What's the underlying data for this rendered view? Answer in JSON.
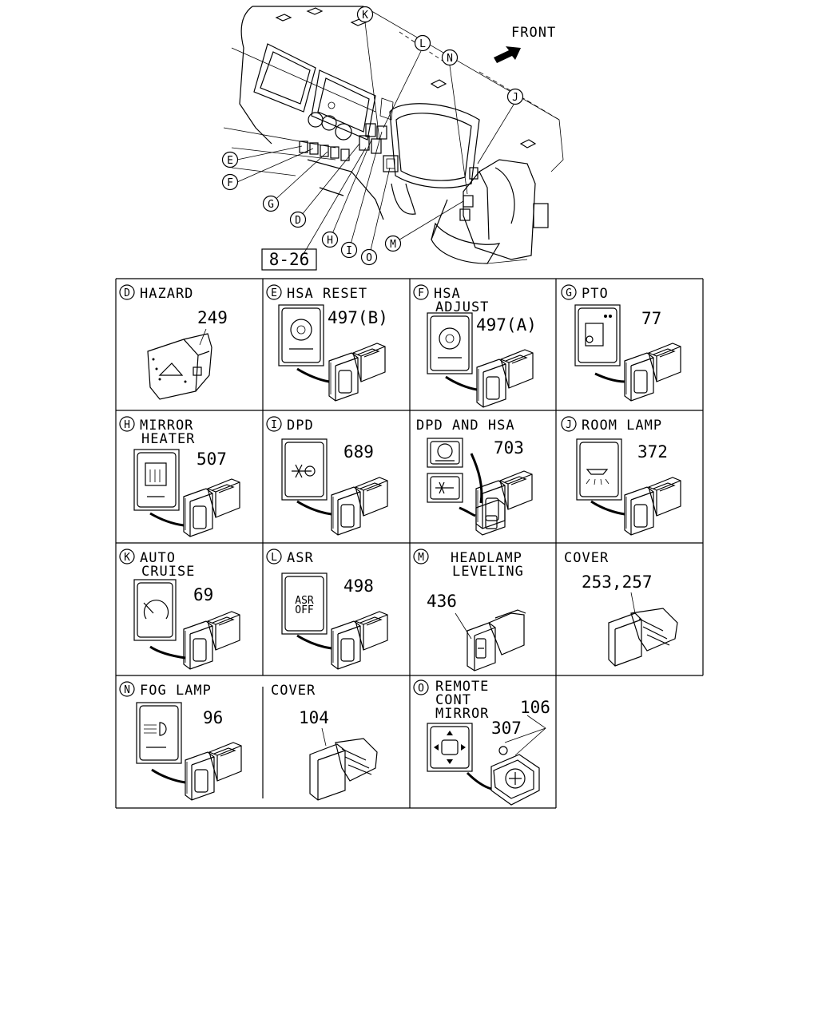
{
  "overview": {
    "front_label": "FRONT",
    "ref_box": "8-26",
    "callouts": [
      "K",
      "L",
      "N",
      "J",
      "E",
      "F",
      "G",
      "D",
      "H",
      "I",
      "O",
      "M"
    ]
  },
  "cells": [
    {
      "id": "D",
      "title": [
        "HAZARD"
      ],
      "parts": [
        "249"
      ]
    },
    {
      "id": "E",
      "title": [
        "HSA RESET"
      ],
      "parts": [
        "497(B)"
      ]
    },
    {
      "id": "F",
      "title": [
        "HSA",
        "ADJUST"
      ],
      "parts": [
        "497(A)"
      ]
    },
    {
      "id": "G",
      "title": [
        "PTO"
      ],
      "parts": [
        "77"
      ]
    },
    {
      "id": "H",
      "title": [
        "MIRROR",
        "HEATER"
      ],
      "parts": [
        "507"
      ]
    },
    {
      "id": "I",
      "title": [
        "DPD"
      ],
      "parts": [
        "689"
      ]
    },
    {
      "id": "",
      "title": [
        "DPD AND HSA"
      ],
      "parts": [
        "703"
      ]
    },
    {
      "id": "J",
      "title": [
        "ROOM LAMP"
      ],
      "parts": [
        "372"
      ]
    },
    {
      "id": "K",
      "title": [
        "AUTO",
        "CRUISE"
      ],
      "parts": [
        "69"
      ]
    },
    {
      "id": "L",
      "title": [
        "ASR"
      ],
      "parts": [
        "498"
      ],
      "icon_text": [
        "ASR",
        "OFF"
      ]
    },
    {
      "id": "M",
      "title": [
        "HEADLAMP",
        "LEVELING"
      ],
      "parts": [
        "436"
      ]
    },
    {
      "id": "",
      "title": [
        "COVER"
      ],
      "parts": [
        "253,257"
      ]
    },
    {
      "id": "N",
      "title": [
        "FOG LAMP"
      ],
      "parts": [
        "96"
      ]
    },
    {
      "id": "",
      "title": [
        "COVER"
      ],
      "parts": [
        "104"
      ]
    },
    {
      "id": "O",
      "title": [
        "REMOTE",
        "CONT",
        "MIRROR"
      ],
      "parts": [
        "106",
        "307"
      ]
    }
  ]
}
